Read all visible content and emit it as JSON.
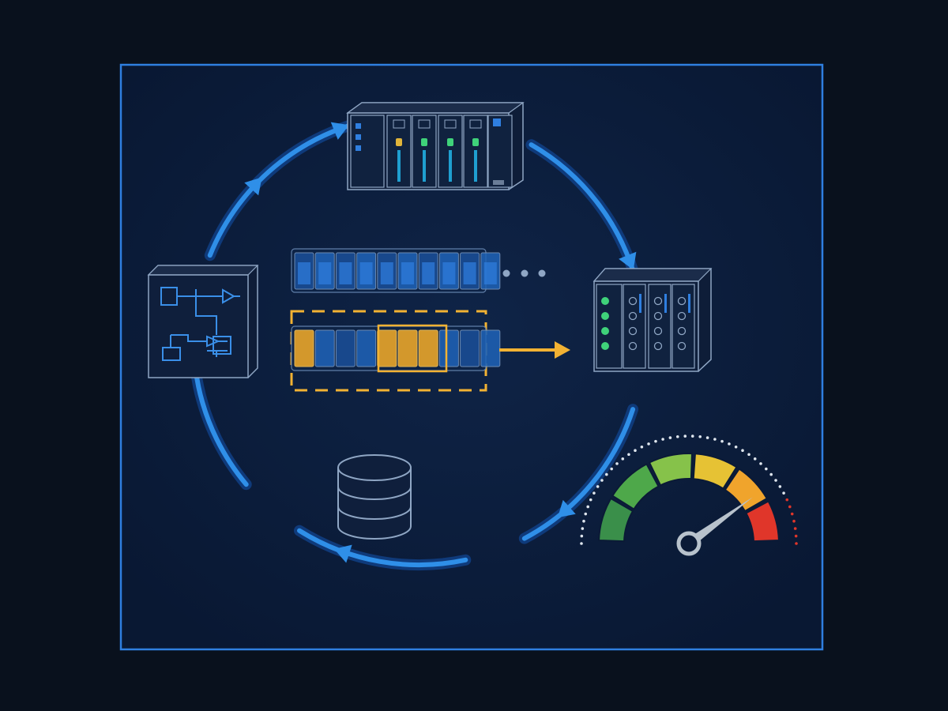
{
  "colors": {
    "page_background": "#09111d",
    "panel_background": "#0b1a36",
    "panel_border": "#2f7fe0",
    "cycle_arrow": "#2f8fe8",
    "component_outline": "#8fa6c4",
    "highlight": "#f2b233",
    "led_green": "#3fd27a",
    "led_amber": "#e0b43a",
    "led_blue": "#2f7fe0",
    "gauge_zones": [
      "#3a8f4a",
      "#4ea84a",
      "#86c24a",
      "#e6c234",
      "#f0a42c",
      "#e0362a"
    ],
    "needle": "#b8c2cc"
  },
  "diagram": {
    "nodes": [
      {
        "id": "plc-rack",
        "icon": "plc-rack-icon"
      },
      {
        "id": "io-module",
        "icon": "io-module-icon"
      },
      {
        "id": "database",
        "icon": "database-icon"
      },
      {
        "id": "logic-block",
        "icon": "logic-diagram-icon"
      }
    ],
    "cycle_direction": "clockwise",
    "buffers": {
      "queue_cells": 10,
      "selected_cells": 10,
      "highlighted_cells": 3,
      "continuation": "ellipsis-icon",
      "output": "arrow-right-icon"
    },
    "gauge": {
      "icon": "speedometer-icon",
      "zones": [
        "green",
        "green",
        "light-green",
        "yellow",
        "orange",
        "red"
      ],
      "needle_level": 0.8
    }
  }
}
